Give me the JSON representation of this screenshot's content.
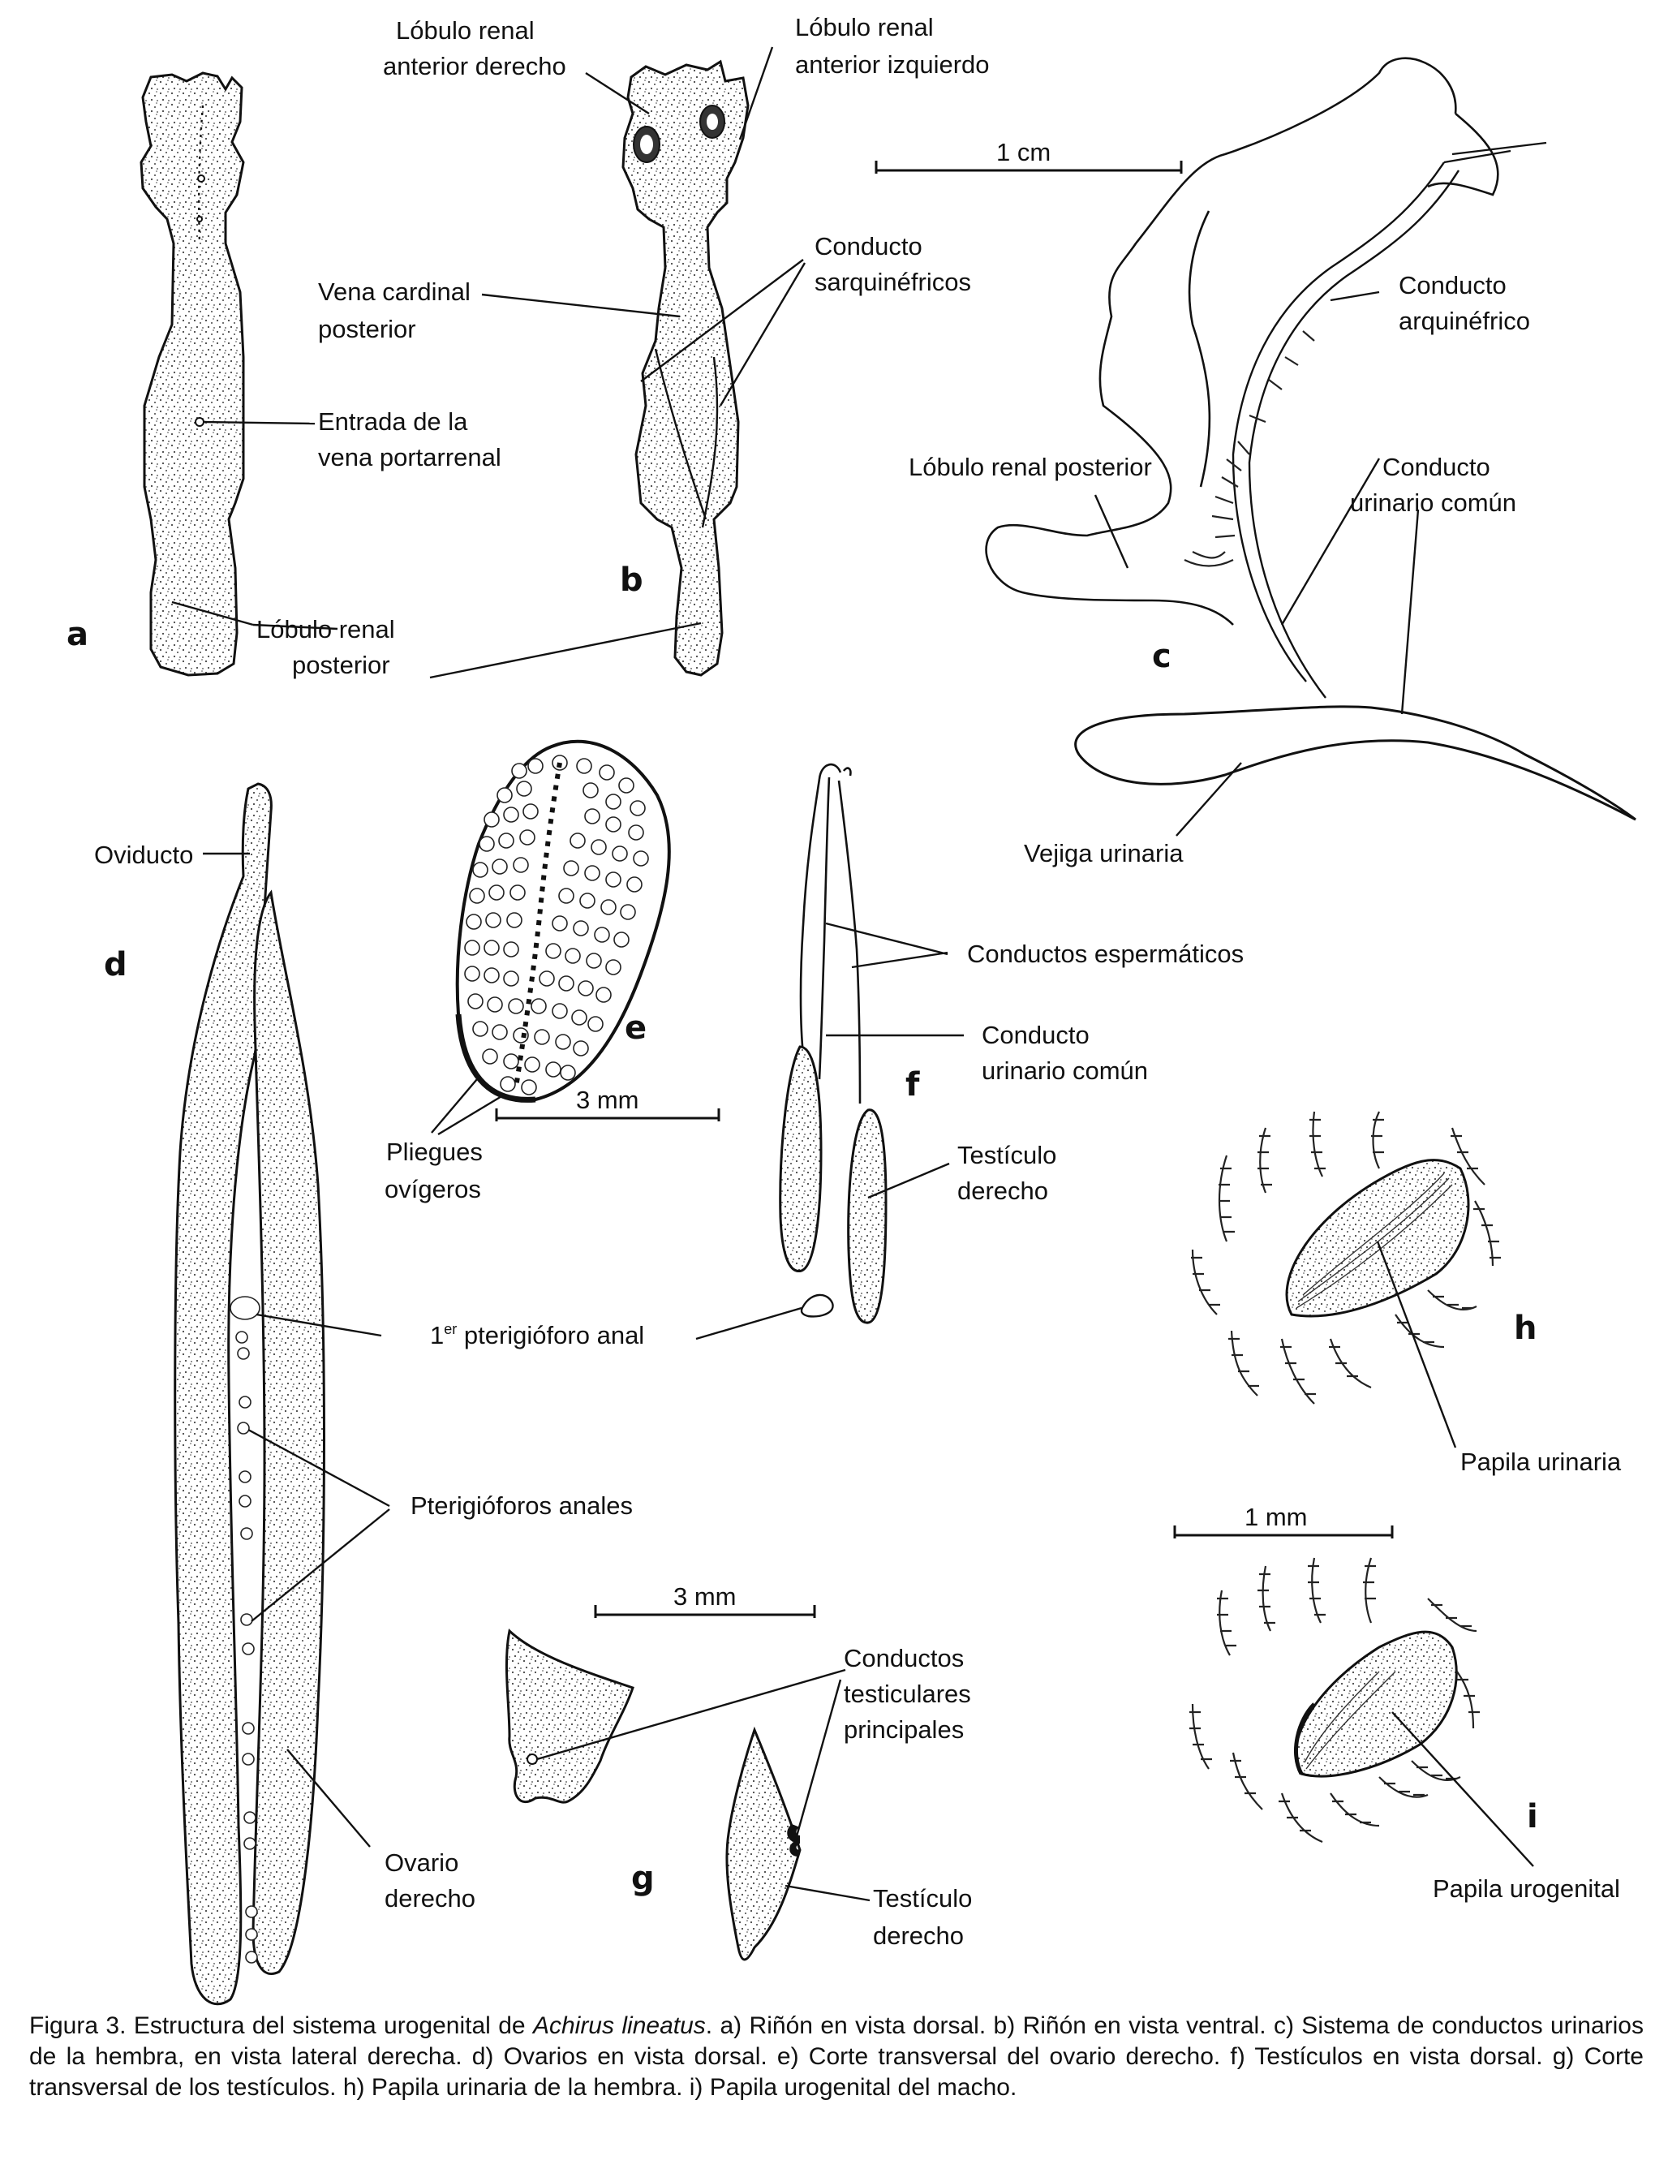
{
  "panels": {
    "a": {
      "letter": "a",
      "labels": {
        "entrada_1": "Entrada de la",
        "entrada_2": "vena portarrenal"
      }
    },
    "b": {
      "letter": "b",
      "labels": {
        "lobulo_der_1": "Lóbulo renal",
        "lobulo_der_2": "anterior derecho",
        "lobulo_izq_1": "Lóbulo renal",
        "lobulo_izq_2": "anterior izquierdo",
        "conducto_1": "Conducto",
        "conducto_2": "sarquinéfricos",
        "vena_1": "Vena cardinal",
        "vena_2": "posterior",
        "posterior_1": "Lóbulo renal",
        "posterior_2": "posterior"
      }
    },
    "c": {
      "letter": "c",
      "scale": "1 cm",
      "labels": {
        "arquinefrico_1": "Conducto",
        "arquinefrico_2": "arquinéfrico",
        "lobulo_post": "Lóbulo renal posterior",
        "comun_1": "Conducto",
        "comun_2": "urinario común",
        "vejiga": "Vejiga urinaria"
      }
    },
    "d": {
      "letter": "d",
      "labels": {
        "oviducto": "Oviducto",
        "ptergio_1": "1",
        "ptergio_sup": "er",
        "ptergio_2": " pterigióforo anal",
        "pterigioforos": "Pterigióforos anales",
        "ovario_1": "Ovario",
        "ovario_2": "derecho"
      }
    },
    "e": {
      "letter": "e",
      "scale": "3 mm",
      "labels": {
        "pliegues_1": "Pliegues",
        "pliegues_2": "ovígeros"
      }
    },
    "f": {
      "letter": "f",
      "labels": {
        "espermaticos": "Conductos espermáticos",
        "comun_1": "Conducto",
        "comun_2": "urinario común",
        "testiculo_1": "Testículo",
        "testiculo_2": "derecho"
      }
    },
    "g": {
      "letter": "g",
      "scale": "3 mm",
      "labels": {
        "conductos_1": "Conductos",
        "conductos_2": "testiculares",
        "conductos_3": "principales",
        "testiculo_1": "Testículo",
        "testiculo_2": "derecho"
      }
    },
    "h": {
      "letter": "h",
      "labels": {
        "papila": "Papila urinaria"
      }
    },
    "i": {
      "letter": "i",
      "scale": "1 mm",
      "labels": {
        "papila": "Papila urogenital"
      }
    }
  },
  "caption": {
    "before": "Figura 3. Estructura del sistema urogenital de ",
    "species": "Achirus lineatus",
    "after": ". a) Riñón en vista dorsal. b) Riñón en vista ventral. c) Sistema de conductos urinarios de la hembra, en vista lateral derecha. d) Ovarios en vista dorsal. e) Corte transversal del ovario derecho. f) Testículos en vista dorsal. g) Corte transversal de los testículos. h) Papila urinaria de la hembra. i) Papila urogenital del macho."
  }
}
